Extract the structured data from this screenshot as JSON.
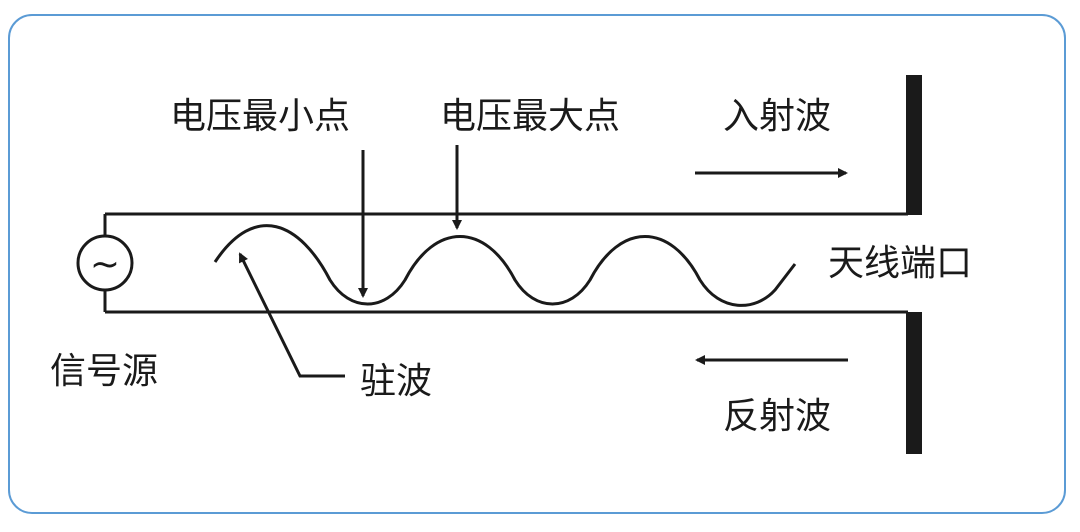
{
  "labels": {
    "voltage_min": "电压最小点",
    "voltage_max": "电压最大点",
    "incident_wave": "入射波",
    "antenna_port": "天线端口",
    "signal_source": "信号源",
    "standing_wave": "驻波",
    "reflected_wave": "反射波",
    "source_symbol": "~"
  },
  "colors": {
    "border": "#5b9bd5",
    "line": "#1a1a1a"
  }
}
